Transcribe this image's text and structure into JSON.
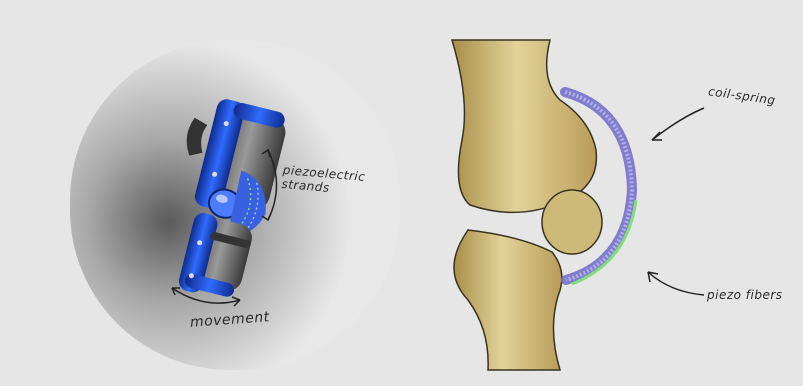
{
  "annotations": {
    "piezo_strands": "piezoelectric strands",
    "movement": "movement",
    "coil_spring": "coil-spring",
    "piezo_fibers": "piezo fibers"
  },
  "colors": {
    "background": "#e6e6e6",
    "brace_blue": "#1f4fd6",
    "bone": "#d9c58c",
    "coil_spring": "#8a86d6",
    "piezo_fiber": "#7ee07a",
    "ink": "#2a2a2a"
  }
}
